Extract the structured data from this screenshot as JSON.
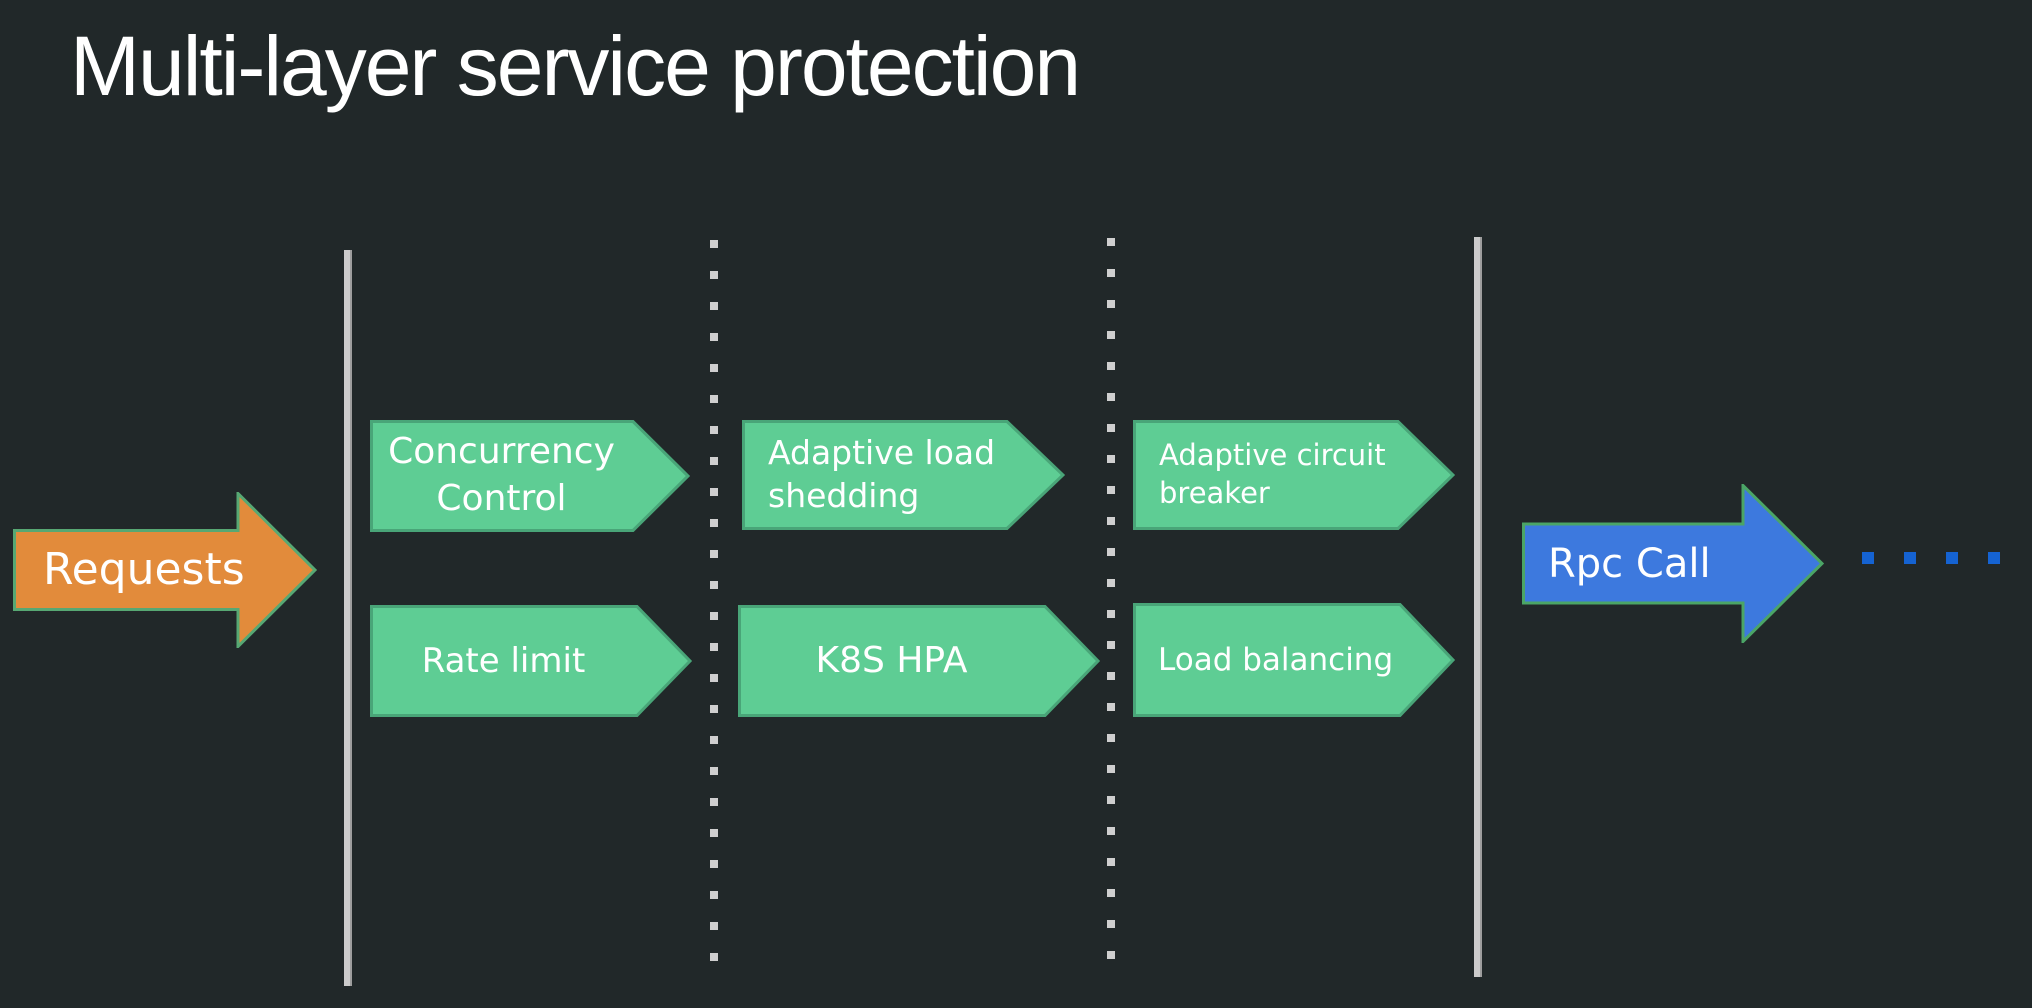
{
  "title": "Multi-layer service protection",
  "requests_arrow": {
    "label": "Requests"
  },
  "rpc_arrow": {
    "label": "Rpc Call"
  },
  "layers": {
    "layer1": {
      "top": "Concurrency Control",
      "bottom": "Rate limit"
    },
    "layer2": {
      "top": "Adaptive load shedding",
      "bottom": "K8S HPA"
    },
    "layer3": {
      "top": "Adaptive circuit breaker",
      "bottom": "Load balancing"
    }
  },
  "trailing_dots_count": 4,
  "colors": {
    "background": "#212829",
    "stage_green": "#5ecd94",
    "stage_green_border": "#49a578",
    "requests_orange": "#e28b3b",
    "rpc_blue": "#3d79de",
    "arrow_border_green": "#57a873",
    "separator_gray": "#cbcbcb",
    "trailing_dot_blue": "#1563d2",
    "text_white": "#ffffff"
  }
}
